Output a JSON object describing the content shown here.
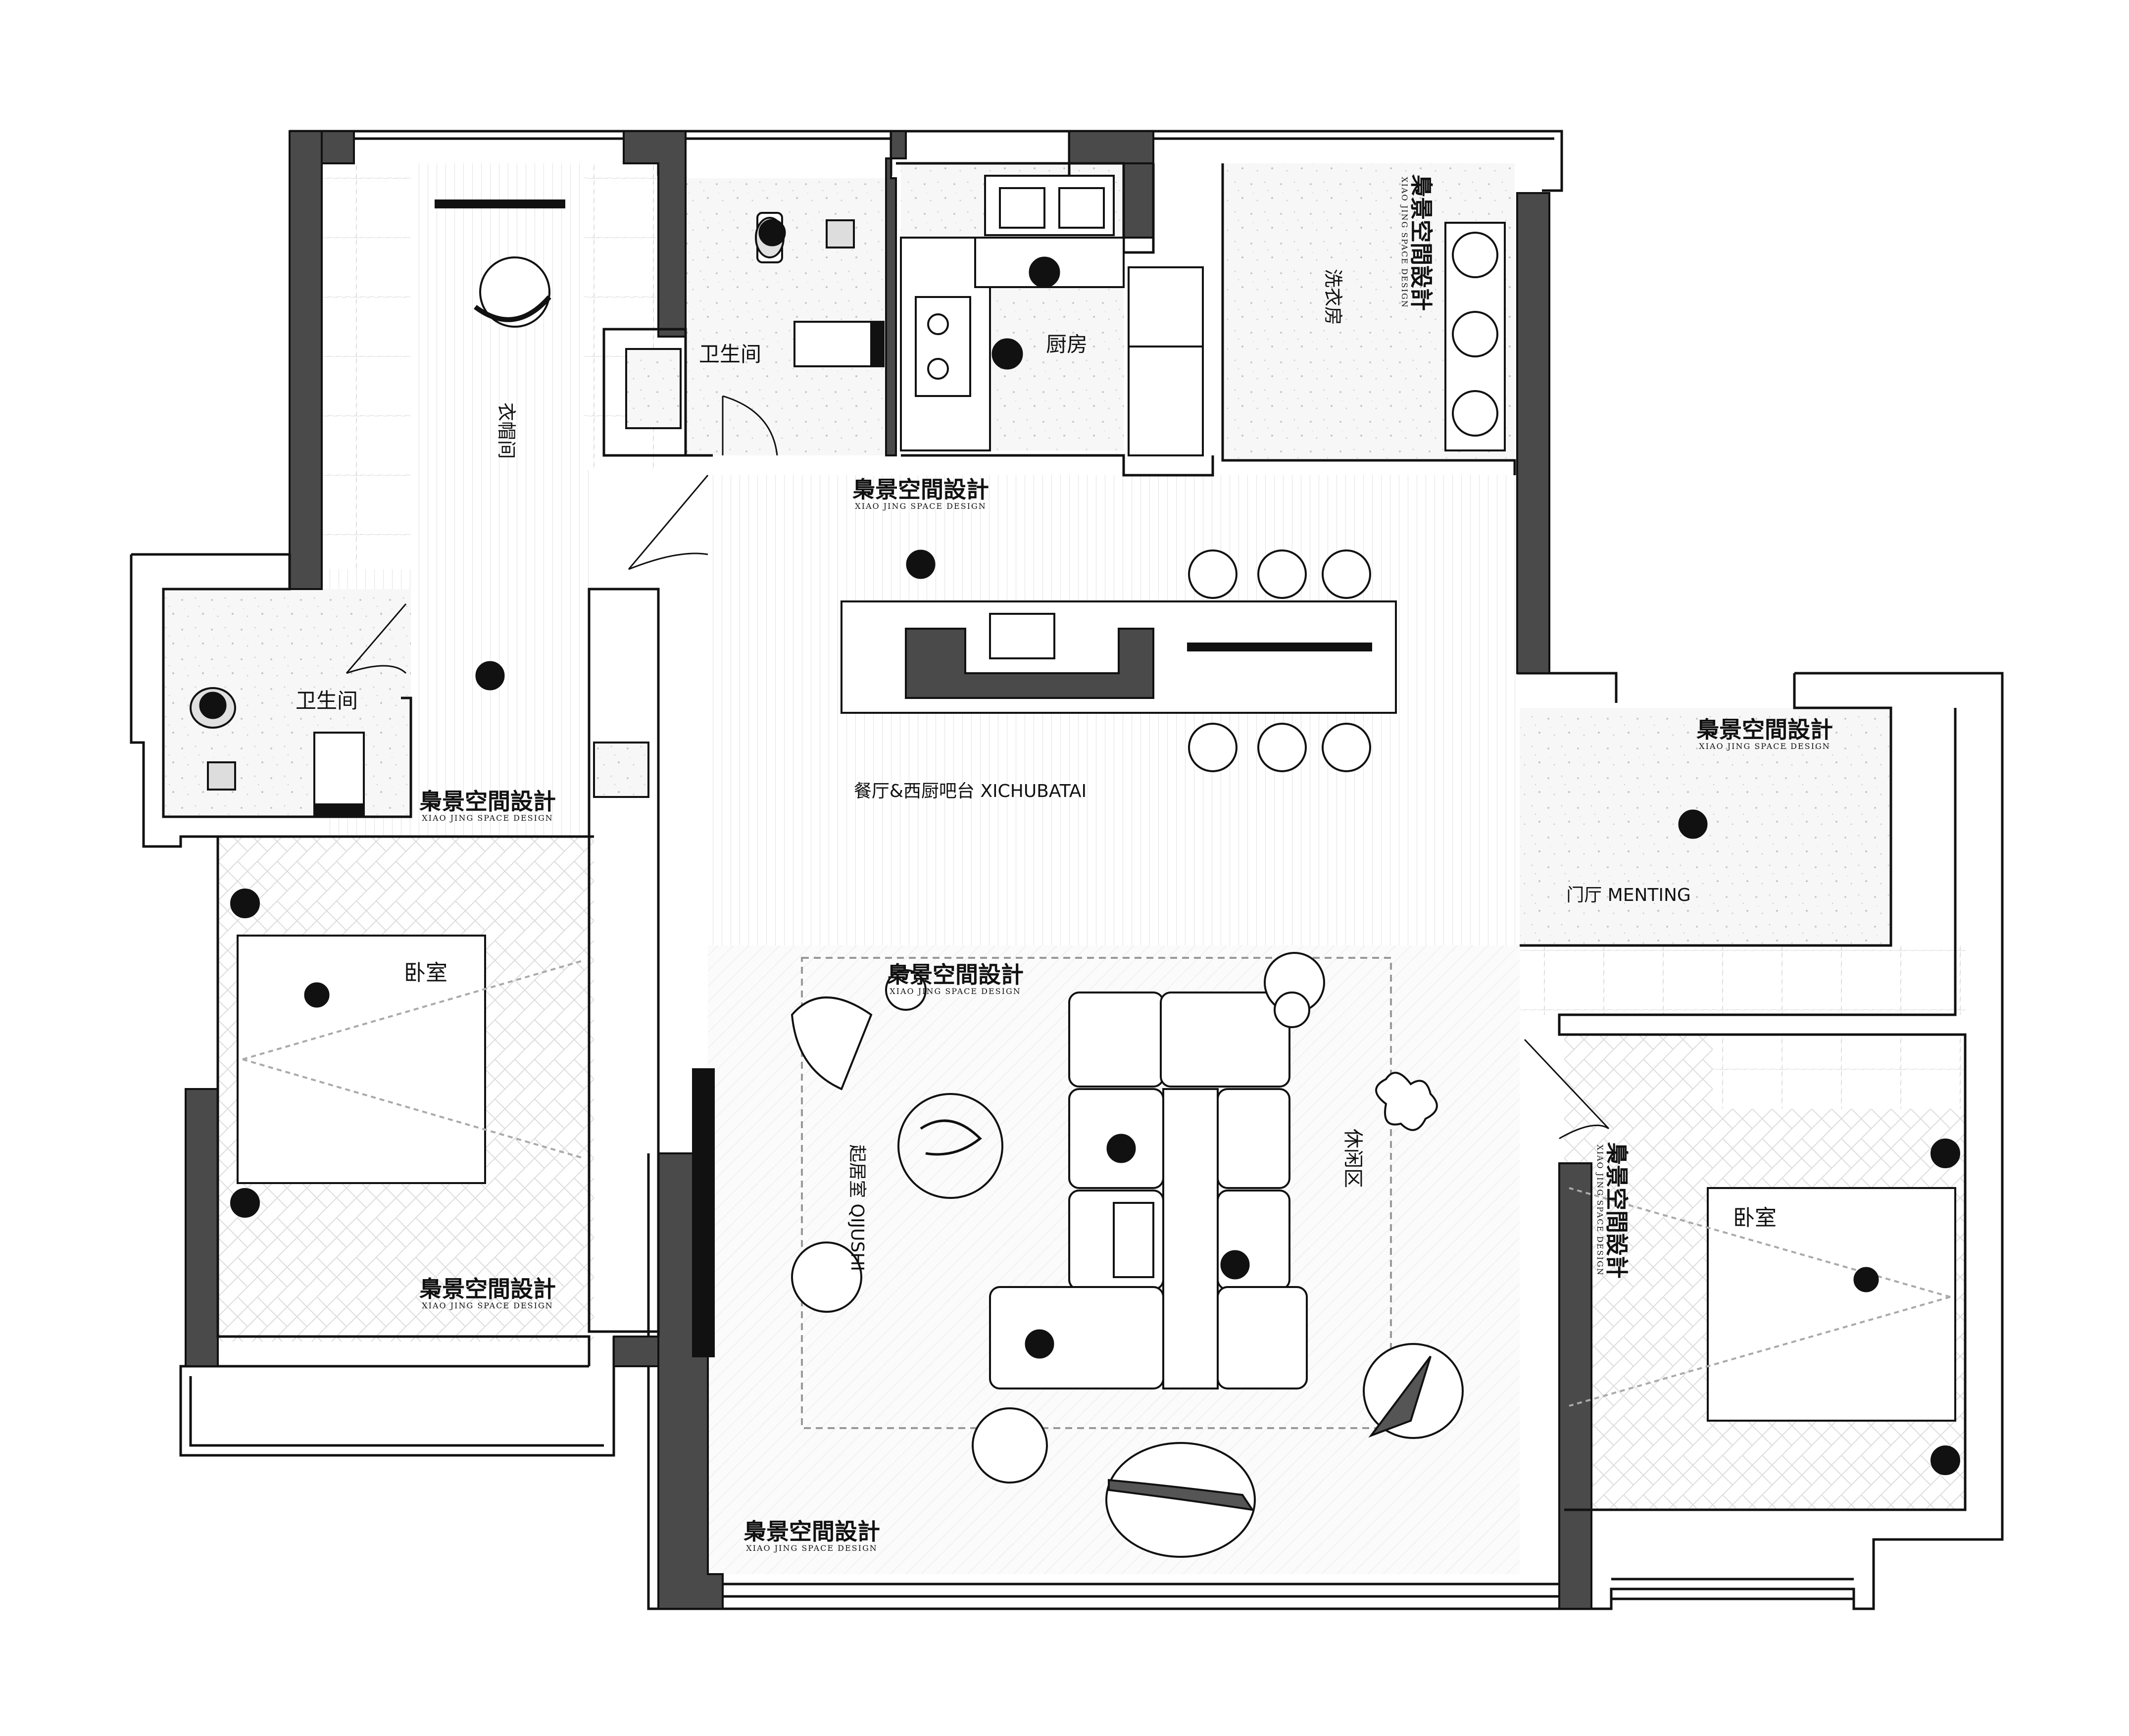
{
  "colors": {
    "wall": "#4a4a4a",
    "outline": "#111111",
    "floor_speckle": "#f2f2f2",
    "floor_plain": "#ffffff",
    "hatch": "#cfcfcf",
    "accent_dark": "#555555"
  },
  "rooms": {
    "walk_in_closet": "衣帽间",
    "bathroom_top": "卫生间",
    "kitchen": "厨房",
    "laundry": "洗衣房",
    "bathroom_left": "卫生间",
    "dining_bar": "餐厅&西厨吧台 XICHUBATAI",
    "foyer": "门厅 MENTING",
    "bedroom_left": "卧室",
    "living_room": "起居室 QIJUSHI",
    "leisure_area": "休闲区",
    "bedroom_right": "卧室"
  },
  "watermark": {
    "main": "梟景空間設計",
    "sub": "XIAO JING SPACE DESIGN"
  },
  "icons": {
    "person": "person-topview-icon",
    "bed": "bed-icon",
    "sofa": "sofa-icon",
    "chair": "bar-stool-icon",
    "floor_drain": "floor-drain-icon",
    "toilet": "toilet-icon",
    "sink": "sink-icon",
    "stove": "stove-icon",
    "washer": "washing-machine-icon",
    "lamp": "lamp-icon",
    "rug": "rug-icon",
    "plant": "plant-icon"
  }
}
